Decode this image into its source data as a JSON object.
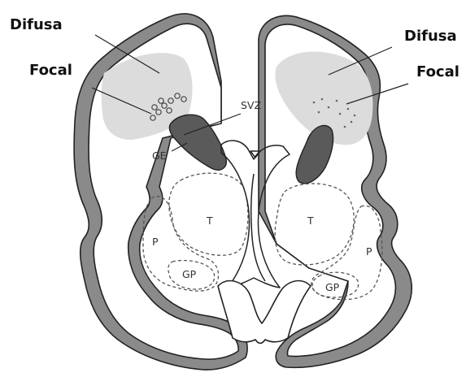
{
  "labels": {
    "difusa_left": "Difusa",
    "focal_left": "Focal",
    "difusa_right": "Difusa",
    "focal_right": "Focal",
    "svz": "SVZ",
    "ge": "GE",
    "t_left": "T",
    "t_right": "T",
    "p_left": "P",
    "p_right": "P",
    "gp_left": "GP",
    "gp_right": "GP"
  },
  "colors": {
    "cortex_wall": "#8a8a8a",
    "lesion_area": "#dcdcdc",
    "ganglionic_eminence": "#5a5a5a",
    "outline": "#222222"
  }
}
